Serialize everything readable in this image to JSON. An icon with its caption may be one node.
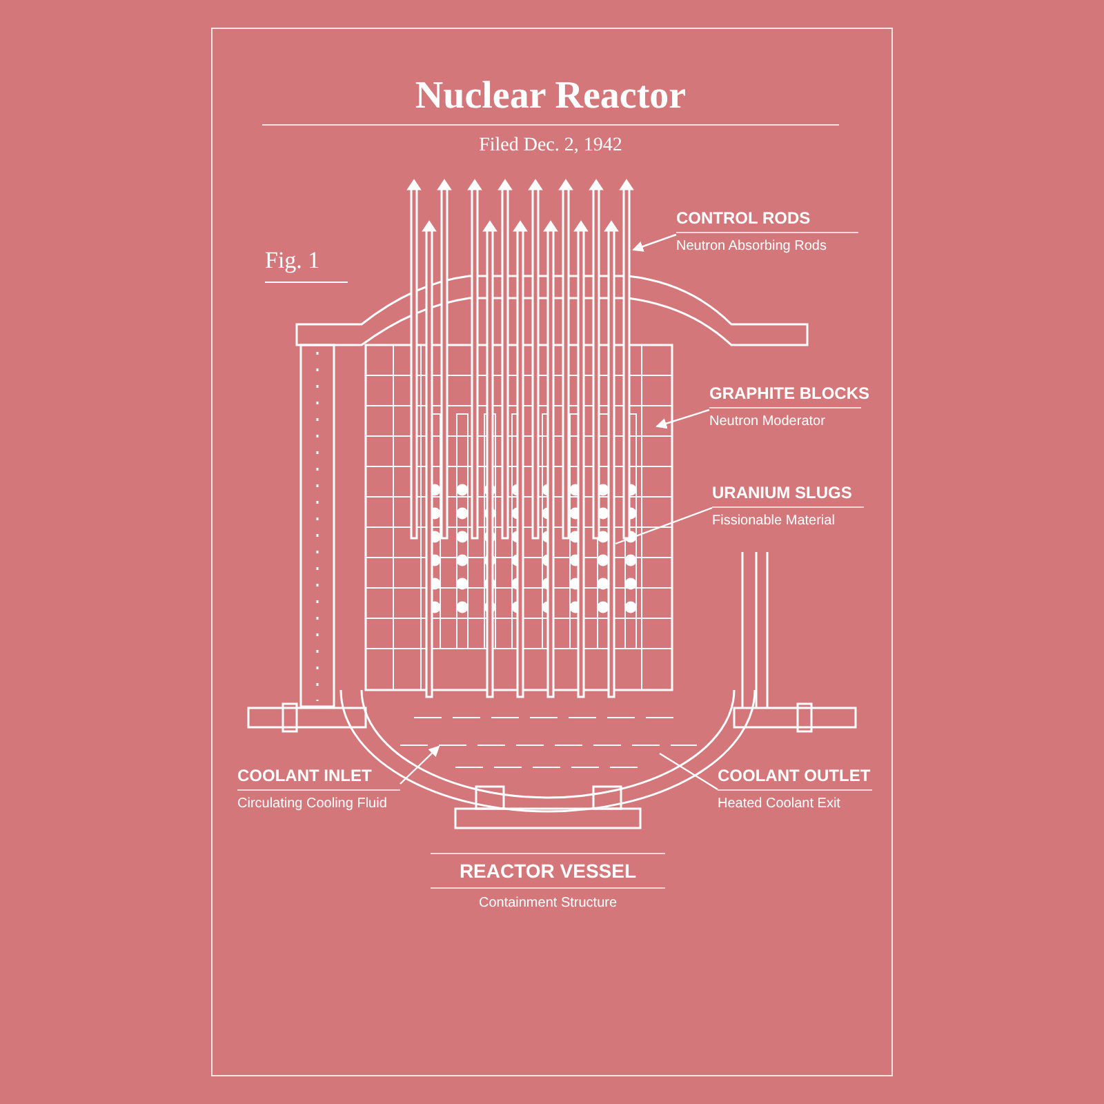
{
  "diagram": {
    "title": "Nuclear Reactor",
    "nodes": [
      {
        "text": [
          "CONTROL RODS",
          "Neutron Absorbing Rods"
        ]
      },
      {
        "text": [
          "GRAPHITE BLOCKS",
          "Neutron Moderator"
        ]
      },
      {
        "text": [
          "URANIUM SLUGS",
          "Fissionable Material"
        ]
      },
      {
        "text": [
          "COOLANT INLET",
          "Circulating Cooling Fluid"
        ]
      },
      {
        "text": [
          "COOLANT OUTLET",
          "Heated Coolant Exit"
        ]
      }
    ],
    "edges": [
      {
        "from": 0,
        "to": null,
        "arrow": "to"
      },
      {
        "from": 1,
        "to": null,
        "arrow": "to"
      },
      {
        "from": 2,
        "to": null,
        "arrow": "none"
      },
      {
        "from": 3,
        "to": null,
        "arrow": "to"
      },
      {
        "from": 4,
        "to": null,
        "arrow": "none"
      }
    ],
    "labels": [
      "Filed Dec. 2, 1942",
      "Fig. 1",
      "REACTOR VESSEL",
      "Containment Structure"
    ]
  }
}
